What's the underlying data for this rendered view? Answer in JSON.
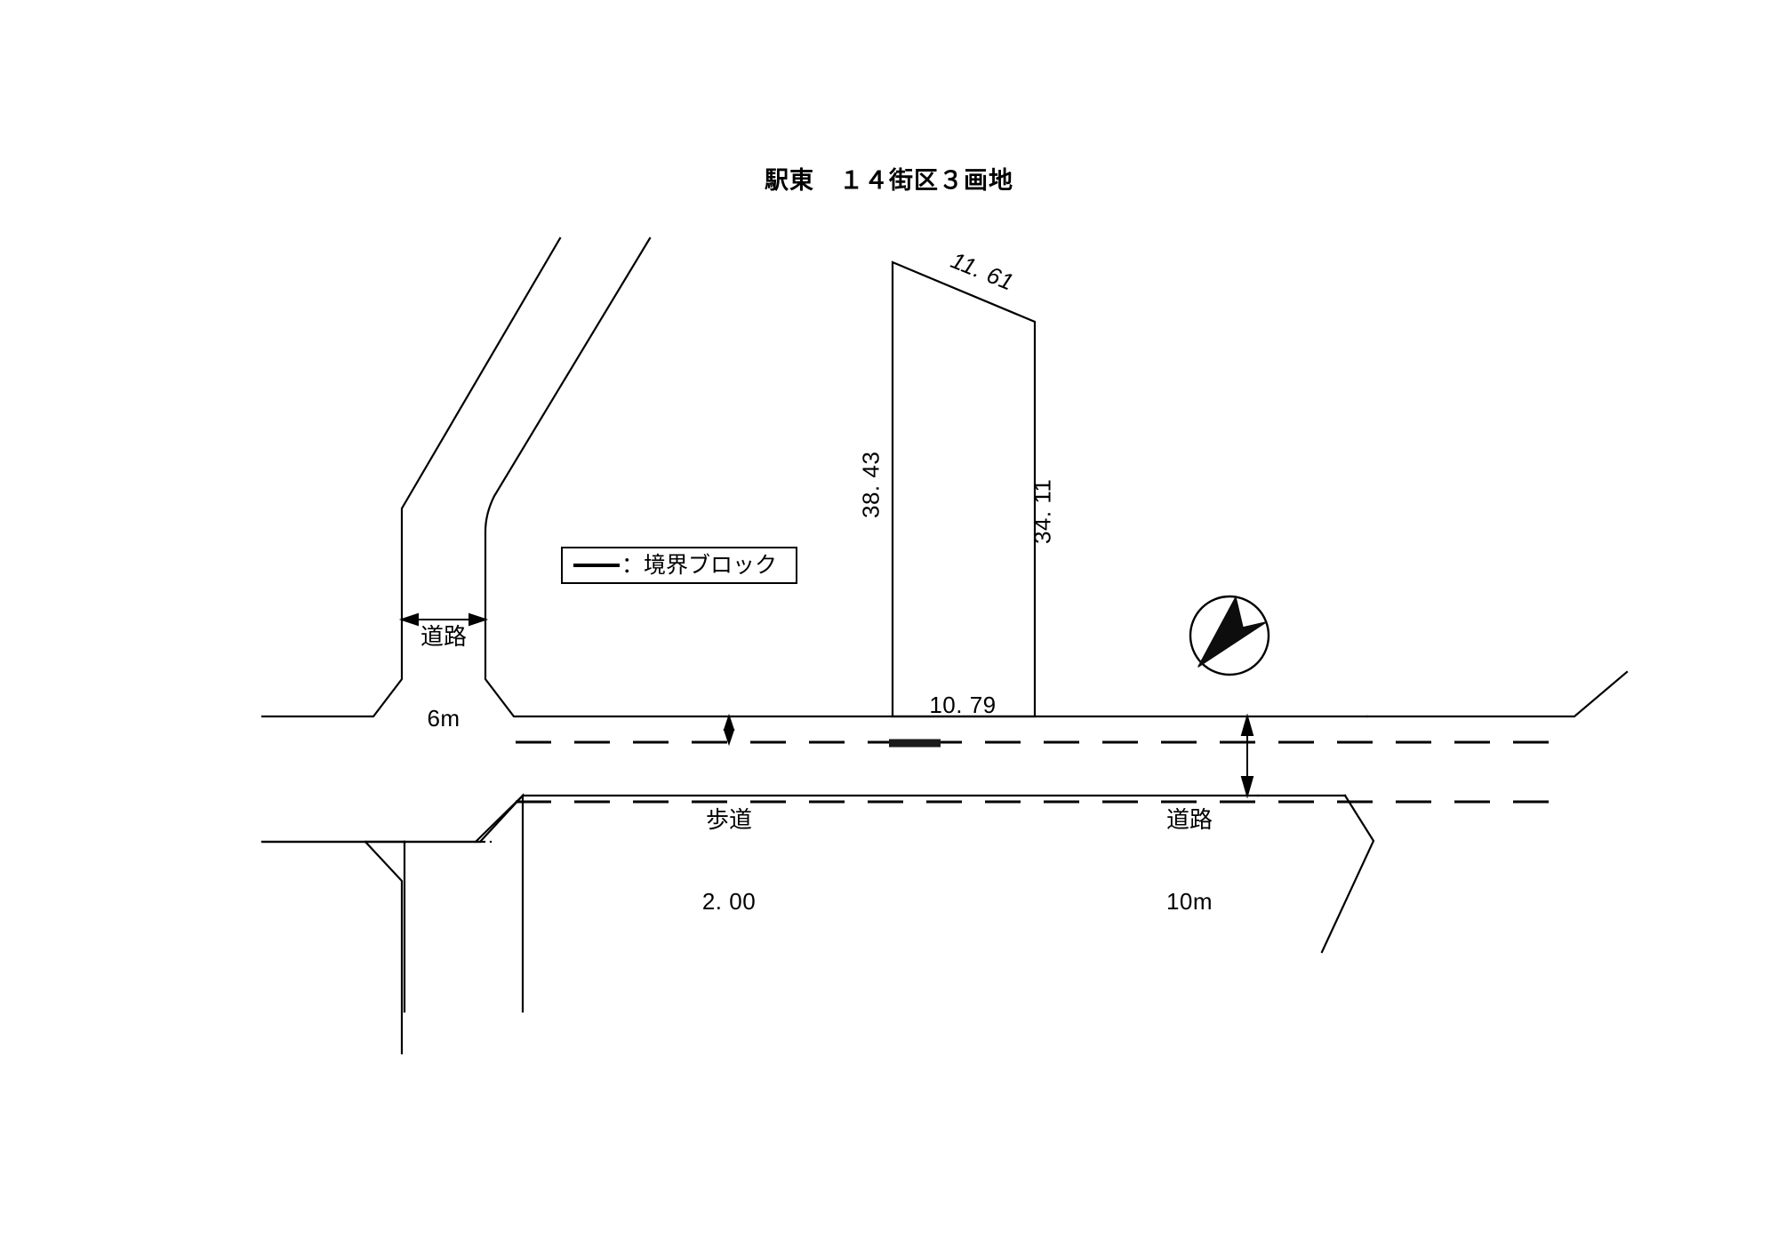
{
  "title": "駅東　１４街区３画地",
  "legend": {
    "symbol": "line-swatch",
    "separator": "：",
    "label": "境界ブロック"
  },
  "parcel": {
    "name": "14街区3画地",
    "dimensions": {
      "top": "11. 61",
      "left": "38. 43",
      "right": "34. 11",
      "bottom": "10. 79"
    }
  },
  "roads": [
    {
      "id": "road-west",
      "name": "道路",
      "width": "6m",
      "label_line1": "道路",
      "label_line2": "6m"
    },
    {
      "id": "road-south",
      "name": "道路",
      "width": "10m",
      "label_line1": "道路",
      "label_line2": "10m"
    }
  ],
  "sidewalk": {
    "label_line1": "歩道",
    "label_line2": "2. 00"
  },
  "compass": {
    "icon": "north-arrow-icon",
    "direction": "north-east"
  },
  "colors": {
    "ink": "#000000",
    "paper": "#ffffff"
  }
}
